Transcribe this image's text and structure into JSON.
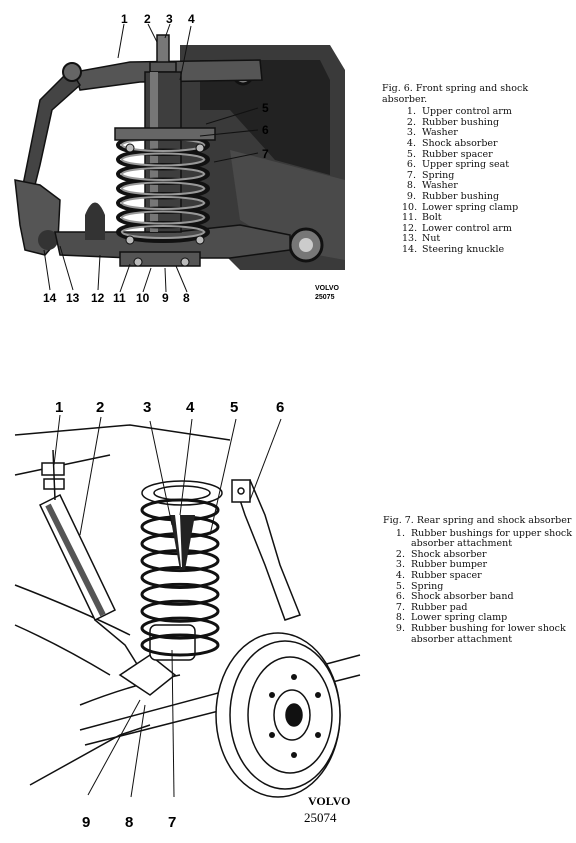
{
  "fig6": {
    "caption_title": "Fig. 6.  Front spring and shock absorber.",
    "items": [
      {
        "n": "1.",
        "t": "Upper control arm"
      },
      {
        "n": "2.",
        "t": "Rubber bushing"
      },
      {
        "n": "3.",
        "t": "Washer"
      },
      {
        "n": "4.",
        "t": "Shock absorber"
      },
      {
        "n": "5.",
        "t": "Rubber spacer"
      },
      {
        "n": "6.",
        "t": "Upper spring seat"
      },
      {
        "n": "7.",
        "t": "Spring"
      },
      {
        "n": "8.",
        "t": "Washer"
      },
      {
        "n": "9.",
        "t": "Rubber bushing"
      },
      {
        "n": "10.",
        "t": "Lower spring clamp"
      },
      {
        "n": "11.",
        "t": "Bolt"
      },
      {
        "n": "12.",
        "t": "Lower control arm"
      },
      {
        "n": "13.",
        "t": "Nut"
      },
      {
        "n": "14.",
        "t": "Steering knuckle"
      }
    ],
    "callouts": [
      "1",
      "2",
      "3",
      "4",
      "5",
      "6",
      "7",
      "8",
      "9",
      "10",
      "11",
      "12",
      "13",
      "14"
    ],
    "brand": "VOLVO",
    "code": "25075"
  },
  "fig7": {
    "caption_title": "Fig. 7.  Rear spring and shock absorber",
    "items": [
      {
        "n": "1.",
        "t": "Rubber bushings for upper shock absorber attachment"
      },
      {
        "n": "2.",
        "t": "Shock absorber"
      },
      {
        "n": "3.",
        "t": "Rubber bumper"
      },
      {
        "n": "4.",
        "t": "Rubber spacer"
      },
      {
        "n": "5.",
        "t": "Spring"
      },
      {
        "n": "6.",
        "t": "Shock absorber band"
      },
      {
        "n": "7.",
        "t": "Rubber pad"
      },
      {
        "n": "8.",
        "t": "Lower spring clamp"
      },
      {
        "n": "9.",
        "t": "Rubber bushing for lower shock absorber attachment"
      }
    ],
    "callouts": [
      "1",
      "2",
      "3",
      "4",
      "5",
      "6",
      "7",
      "8",
      "9"
    ],
    "brand": "VOLVO",
    "code": "25074"
  }
}
